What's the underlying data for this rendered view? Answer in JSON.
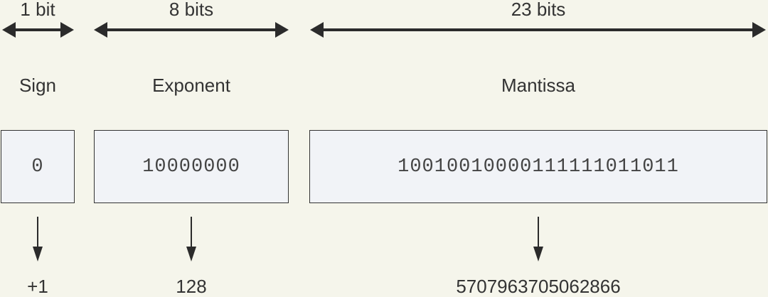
{
  "fields": {
    "sign": {
      "bits_label": "1 bit",
      "name": "Sign",
      "binary": "0",
      "value": "+1"
    },
    "exponent": {
      "bits_label": "8 bits",
      "name": "Exponent",
      "binary": "10000000",
      "value": "128"
    },
    "mantissa": {
      "bits_label": "23 bits",
      "name": "Mantissa",
      "binary": "10010010000111111011011",
      "value": "5707963705062866"
    }
  },
  "colors": {
    "background": "#f5f5eb",
    "box_fill": "#f1f3f7",
    "stroke": "#333333"
  }
}
